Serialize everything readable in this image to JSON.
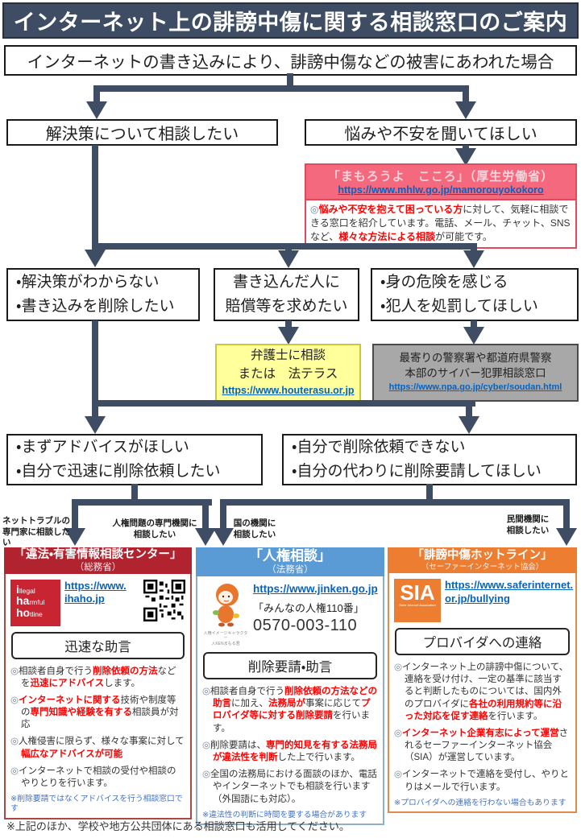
{
  "colors": {
    "flow_arrow": "#3E4D63",
    "kokoro_pink": "#F4697D",
    "lawyer_yellow": "#FFFF9B",
    "police_gray": "#A8A8A8",
    "col1_red": "#B0232F",
    "col2_blue": "#5B9BD5",
    "col3_orange": "#ED7D31",
    "link_blue": "#0563C1",
    "emphasis_red": "#FF0000",
    "note_blue": "#4472C4"
  },
  "title": "インターネット上の誹謗中傷に関する相談窓口のご案内",
  "intro": "インターネットの書き込みにより、誹謗中傷などの被害にあわれた場合",
  "branches": {
    "solve": "解決策について相談したい",
    "listen": "悩みや不安を聞いてほしい"
  },
  "kokoro": {
    "title": "「まもろうよ　こころ」（厚生労働省）",
    "url": "https://www.mhlw.go.jp/mamorouyokokoro",
    "desc": [
      {
        "t": "◎",
        "c": "mk"
      },
      {
        "t": "悩みや不安を抱えて困っている方",
        "c": "rd"
      },
      {
        "t": "に対して、気軽に相談できる窓口を紹介しています。電話、メール、チャット、SNSなど、"
      },
      {
        "t": "様々な方法による相談",
        "c": "rd"
      },
      {
        "t": "が可能です。"
      }
    ]
  },
  "needs": {
    "unknown": "・解決策がわからない\n・書き込みを削除したい",
    "compensation": "書き込んだ人に\n賠償等を求めたい",
    "danger": "・身の危険を感じる\n・犯人を処罰してほしい"
  },
  "lawyer": {
    "text": "弁護士に相談\nまたは　法テラス",
    "url": "https://www.houterasu.or.jp"
  },
  "police": {
    "text": "最寄りの警察署や都道府県警察\n本部のサイバー犯罪相談窓口",
    "url": "https://www.npa.go.jp/cyber/soudan.html"
  },
  "wants": {
    "advice": "・まずアドバイスがほしい\n・自分で迅速に削除依頼したい",
    "proxy": "・自分で削除依頼できない\n・自分の代わりに削除要請してほしい"
  },
  "route_labels": {
    "net": "ネットトラブルの\n専門家に相談したい",
    "jinken": "人権問題の専門機関に\n相談したい",
    "gov": "国の機関に\n相談したい",
    "private": "民間機関に\n相談したい"
  },
  "columns": [
    {
      "title": "「違法・有害情報相談センター」",
      "org": "（総務省）",
      "logo_lines": [
        [
          {
            "t": "i",
            "c": "lg"
          },
          {
            "t": "llegal"
          }
        ],
        [
          {
            "t": "ha",
            "c": "lg"
          },
          {
            "t": "rmful"
          }
        ],
        [
          {
            "t": "ho",
            "c": "lg"
          },
          {
            "t": "tline"
          }
        ]
      ],
      "url": "https://www.\nihaho.jp",
      "tagline": "迅速な助言",
      "bullets": [
        [
          {
            "t": "◎",
            "c": "mk"
          },
          {
            "t": "相談者自身で行う"
          },
          {
            "t": "削除依頼の方法",
            "c": "rd"
          },
          {
            "t": "などを"
          },
          {
            "t": "迅速にアドバイス",
            "c": "rd"
          },
          {
            "t": "します。"
          }
        ],
        [
          {
            "t": "◎",
            "c": "mk"
          },
          {
            "t": "インターネットに関する",
            "c": "rd"
          },
          {
            "t": "技術や制度等の"
          },
          {
            "t": "専門知識や経験を有する",
            "c": "rd"
          },
          {
            "t": "相談員が対応"
          }
        ],
        [
          {
            "t": "◎",
            "c": "mk"
          },
          {
            "t": "人権侵害に限らず、様々な事案に対して"
          },
          {
            "t": "幅広なアドバイスが可能",
            "c": "rd"
          }
        ],
        [
          {
            "t": "◎",
            "c": "mk"
          },
          {
            "t": "インターネットで相談の受付や相談のやりとりを行います。"
          }
        ]
      ],
      "footnote": "※削除要請ではなくアドバイスを行う相談窓口です"
    },
    {
      "title": "「人権相談」",
      "org": "（法務省）",
      "mascot_caption": "人権イメージキャラクター\n人KENまもる君",
      "url": "https://www.jinken.go.jp",
      "service": "「みんなの人権110番」",
      "phone": "0570-003-110",
      "tagline": "削除要請・助言",
      "bullets": [
        [
          {
            "t": "◎",
            "c": "mk"
          },
          {
            "t": "相談者自身で行う"
          },
          {
            "t": "削除依頼の方法などの助言",
            "c": "rd"
          },
          {
            "t": "に加え、"
          },
          {
            "t": "法務局が",
            "c": "rd"
          },
          {
            "t": "事案に応じて"
          },
          {
            "t": "プロバイダ等に対する削除要請",
            "c": "rd"
          },
          {
            "t": "を行います。"
          }
        ],
        [
          {
            "t": "◎",
            "c": "mk"
          },
          {
            "t": "削除要請は、"
          },
          {
            "t": "専門的知見を有する法務局が違法性を判断",
            "c": "rd"
          },
          {
            "t": "した上で行います。"
          }
        ],
        [
          {
            "t": "◎",
            "c": "mk"
          },
          {
            "t": "全国の法務局における面談のほか、電話やインターネットでも相談を行います（外国語にも対応）。"
          }
        ]
      ],
      "footnote": "※違法性の判断に時間を要する場合があります"
    },
    {
      "title": "「誹謗中傷ホットライン」",
      "org": "（セーファーインターネット協会）",
      "logo_text": "SIA",
      "logo_sub": "Safer Internet Association",
      "url": "https://www.saferinternet.\nor.jp/bullying",
      "tagline": "プロバイダへの連絡",
      "bullets": [
        [
          {
            "t": "◎",
            "c": "mk"
          },
          {
            "t": "インターネット上の誹謗中傷について、連絡を受け付け、一定の基準に該当すると判断したものについては、国内外のプロバイダに"
          },
          {
            "t": "各社の利用規約等に沿った対応を促す連絡",
            "c": "rd"
          },
          {
            "t": "を行います。"
          }
        ],
        [
          {
            "t": "◎",
            "c": "mk"
          },
          {
            "t": "インターネット企業有志によって運営",
            "c": "rd"
          },
          {
            "t": "されるセーファーインターネット協会（SIA）が運営しています。"
          }
        ],
        [
          {
            "t": "◎",
            "c": "mk"
          },
          {
            "t": "インターネットで連絡を受付し、やりとりはメールで行います。"
          }
        ]
      ],
      "footnote": "※プロバイダへの連絡を行わない場合もあります"
    }
  ],
  "footer": "※上記のほか、学校や地方公共団体にある相談窓口も活用してください。"
}
